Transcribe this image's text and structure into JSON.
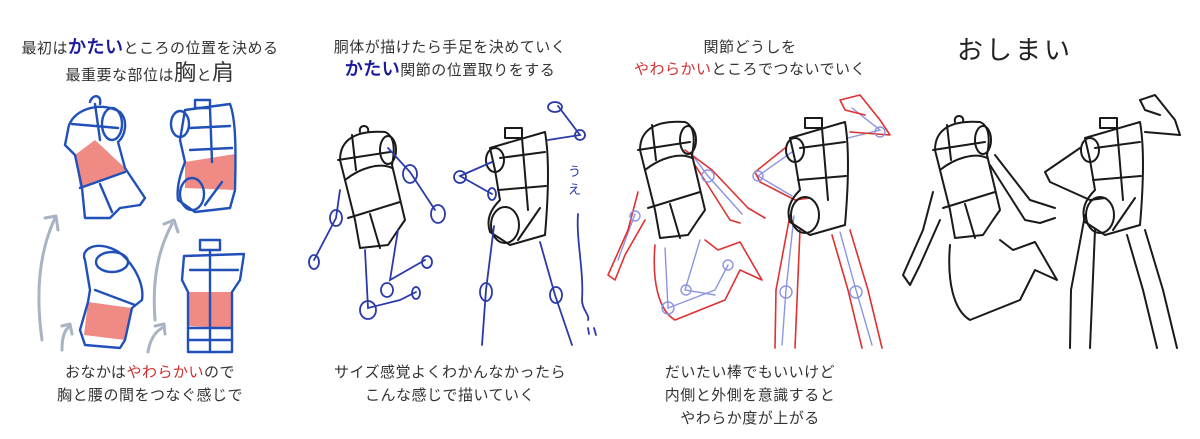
{
  "panels": [
    {
      "id": "torso",
      "header": {
        "line1": {
          "prefix": "最初は",
          "emphasis": "かたい",
          "suffix": "ところの位置を決める"
        },
        "line2": {
          "prefix": "最重要な部位は",
          "big1": "胸",
          "mid": "と",
          "big2": "肩"
        }
      },
      "footer": {
        "line1": {
          "prefix": "おなかは",
          "emphasis": "やわらかい",
          "suffix": "ので"
        },
        "line2": "胸と腰の間をつなぐ感じで"
      },
      "figures": [
        "torso-three-quarter-left",
        "torso-three-quarter-right",
        "torso-top-view",
        "torso-front-view"
      ]
    },
    {
      "id": "limbs",
      "header": {
        "line1": "胴体が描けたら手足を決めていく",
        "line2": {
          "emphasis": "かたい",
          "suffix": "関節の位置取りをする"
        }
      },
      "footer": {
        "line1": "サイズ感覚よくわかんなかったら",
        "line2": "こんな感じで描いていく"
      },
      "handwritten_note": "うえ〜 ぃ"
    },
    {
      "id": "connect",
      "header": {
        "line1": "関節どうしを",
        "line2": {
          "emphasis": "やわらかい",
          "suffix": "ところでつないでいく"
        }
      },
      "footer": {
        "line1": "だいたい棒でもいいけど",
        "line2": "内側と外側を意識すると",
        "line3": "やわらか度が上がる"
      }
    },
    {
      "id": "finish",
      "header": {
        "title": "おしまい"
      }
    }
  ],
  "colors": {
    "emphasis_blue": "#1a1a9a",
    "emphasis_red": "#d03030",
    "sketch_blue": "#2050b8",
    "band_salmon": "#f08a84",
    "arrow_grey": "#a8b4c4",
    "outline_red": "#e03030",
    "bone_lavender": "#8c94e0",
    "ink_black": "#1a1a1a"
  }
}
